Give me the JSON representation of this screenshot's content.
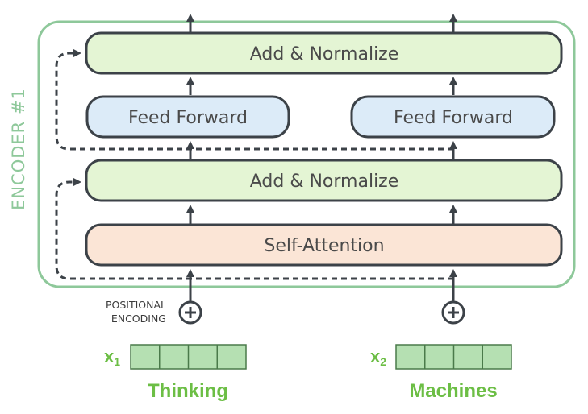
{
  "encoder_label": "ENCODER #1",
  "layers": {
    "top_norm": "Add & Normalize",
    "ffn_left": "Feed Forward",
    "ffn_right": "Feed Forward",
    "bottom_norm": "Add & Normalize",
    "self_attention": "Self-Attention"
  },
  "positional_encoding": [
    "POSITIONAL",
    "ENCODING"
  ],
  "inputs": [
    {
      "symbol": "x",
      "subscript": "1",
      "word": "Thinking"
    },
    {
      "symbol": "x",
      "subscript": "2",
      "word": "Machines"
    }
  ],
  "colors": {
    "encoder_border": "#8ec89a",
    "norm_fill": "#e4f5d4",
    "ffn_fill": "#dcebf8",
    "attention_fill": "#fbe5d6",
    "embedding_fill": "#b5e0b2",
    "word_color": "#6cbe45",
    "line_color": "#3c4248"
  }
}
